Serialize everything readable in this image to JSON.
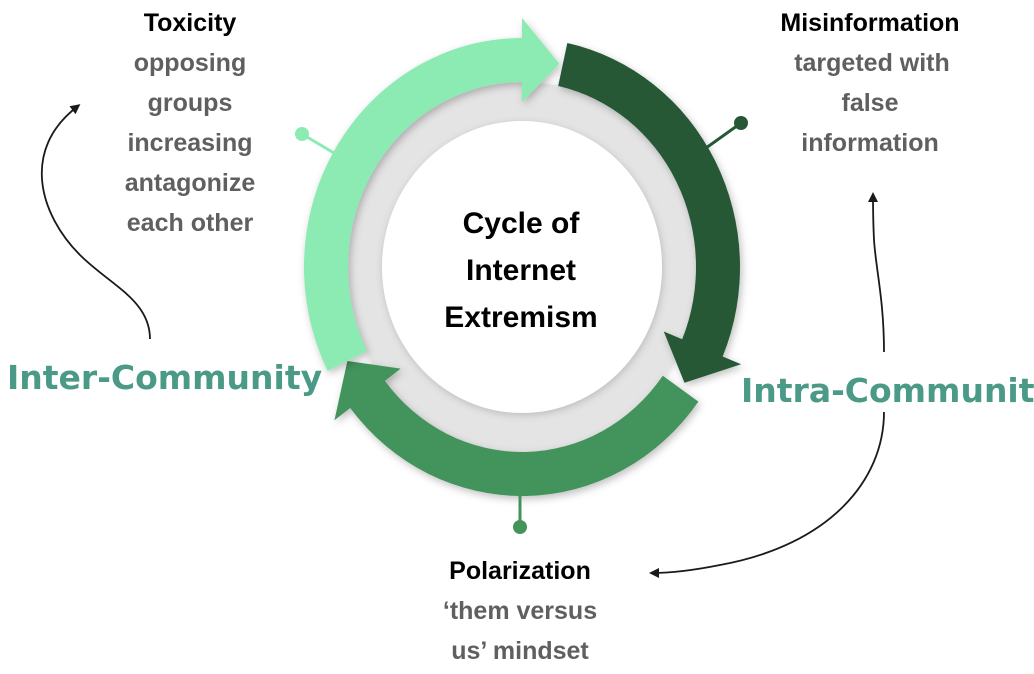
{
  "center": {
    "title_lines": [
      "Cycle of",
      "Internet",
      "Extremism"
    ]
  },
  "stages": [
    {
      "id": "toxicity",
      "title": "Toxicity",
      "description_lines": [
        "opposing",
        "groups",
        "increasing",
        "antagonize",
        "each other"
      ],
      "color": "#8BEBB3"
    },
    {
      "id": "misinformation",
      "title": "Misinformation",
      "description_lines": [
        "targeted with",
        "false",
        "information"
      ],
      "color": "#255936"
    },
    {
      "id": "polarization",
      "title": "Polarization",
      "description_lines": [
        "‘them versus",
        "us’ mindset"
      ],
      "color": "#43935B"
    }
  ],
  "communities": {
    "inter": {
      "label": "Inter-Community"
    },
    "intra": {
      "label": "Intra-Community"
    }
  },
  "colors": {
    "ring_light": "#8BEBB3",
    "ring_dark": "#255936",
    "ring_medium": "#43935B",
    "inner_band": "#E4E4E4",
    "community_text": "#4A9A87",
    "title_text": "#000000",
    "desc_text": "#5F5F5F",
    "connector": "#1a1a1a"
  }
}
